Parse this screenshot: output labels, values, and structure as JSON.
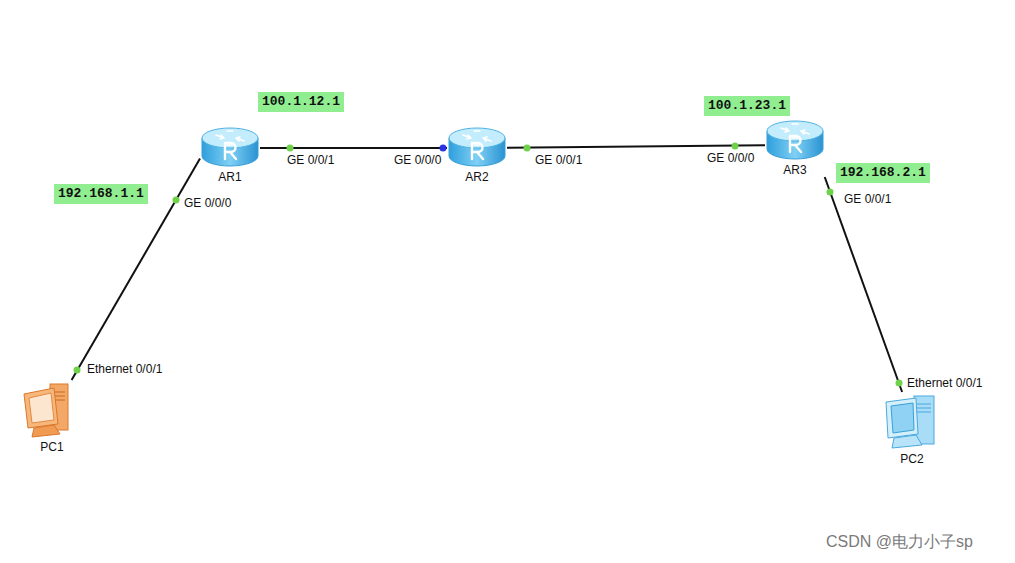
{
  "diagram": {
    "nodes": [
      {
        "text": [
          "AR1"
        ]
      },
      {
        "text": [
          "AR2"
        ]
      },
      {
        "text": [
          "AR3"
        ]
      },
      {
        "text": [
          "PC1"
        ]
      },
      {
        "text": [
          "PC2"
        ]
      }
    ],
    "edges": [
      {
        "from": 0,
        "to": 1,
        "arrow": "none"
      },
      {
        "from": 1,
        "to": 2,
        "arrow": "none"
      },
      {
        "from": 0,
        "to": 3,
        "arrow": "none"
      },
      {
        "from": 2,
        "to": 4,
        "arrow": "none"
      }
    ],
    "labels": [
      "100.1.12.1",
      "GE 0/0/1",
      "192.168.1.1",
      "GE 0/0/0",
      "GE 0/0/0",
      "GE 0/0/1",
      "100.1.23.1",
      "GE 0/0/0",
      "192.168.2.1",
      "GE 0/0/1",
      "Ethernet 0/0/1",
      "Ethernet 0/0/1",
      "CSDN @电力小子sp"
    ]
  }
}
